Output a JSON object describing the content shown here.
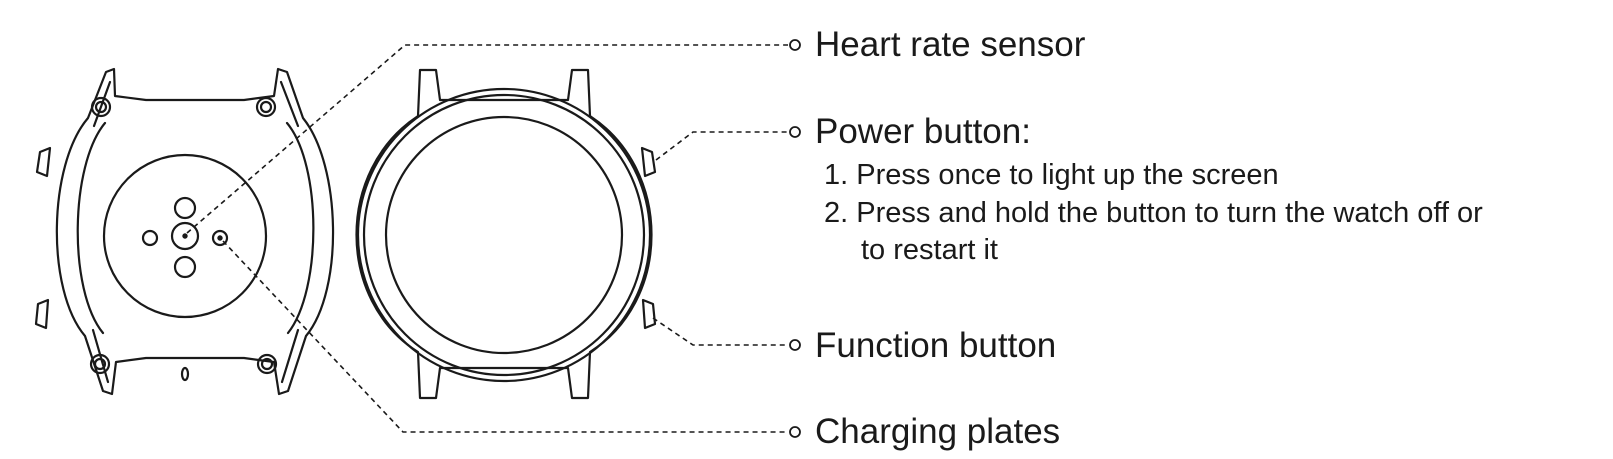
{
  "labels": {
    "heart_rate_sensor": "Heart rate sensor",
    "power_button": "Power button:",
    "power_steps": [
      {
        "num": "1.",
        "text": "Press once to light up the screen"
      },
      {
        "num": "2.",
        "text": "Press and hold the button to turn the watch off or"
      },
      {
        "num": "",
        "text": "to restart it"
      }
    ],
    "function_button": "Function button",
    "charging_plates": "Charging plates"
  },
  "style": {
    "stroke": "#1a1a1a",
    "background": "#ffffff"
  }
}
